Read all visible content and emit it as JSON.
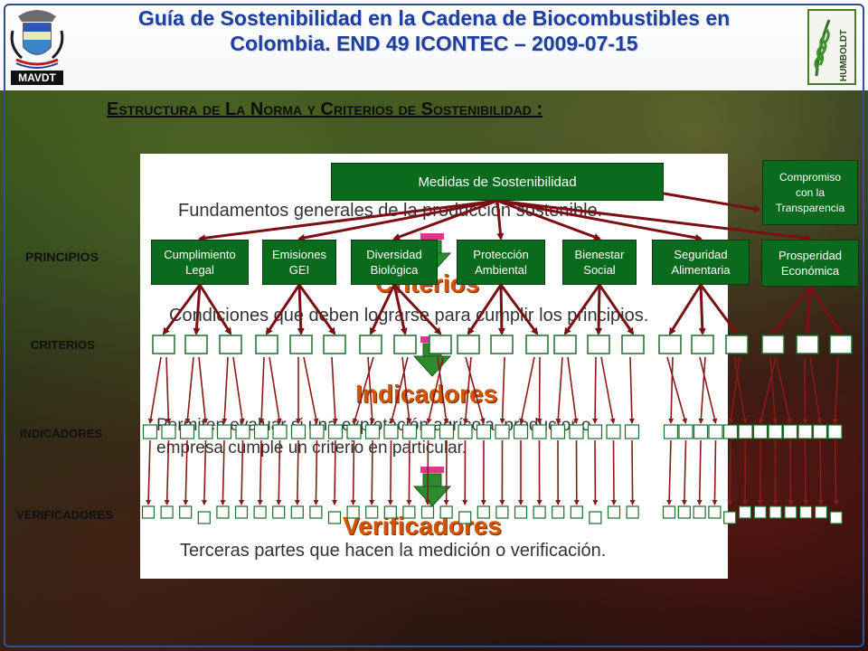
{
  "header": {
    "title_line1": "Guía de Sostenibilidad en la Cadena de Biocombustibles en",
    "title_line2": "Colombia.  END 49 ICONTEC – 2009-07-15",
    "left_logo_label": "MAVDT",
    "right_logo_text": "HUMBOLDT"
  },
  "subtitle": "Estructura de La Norma y Criterios de Sostenibilidad :",
  "top_box": "Medidas de Sostenibilidad",
  "side_box": {
    "line1": "Compromiso",
    "line2": "con la",
    "line3": "Transparencia"
  },
  "levels": {
    "principios": "PRINCIPIOS",
    "criterios": "CRITERIOS",
    "indicadores": "INDICADORES",
    "verificadores": "VERIFICADORES"
  },
  "principles": [
    {
      "line1": "Cumplimiento",
      "line2": "Legal"
    },
    {
      "line1": "Emisiones",
      "line2": "GEI"
    },
    {
      "line1": "Diversidad",
      "line2": "Biológica"
    },
    {
      "line1": "Protección",
      "line2": "Ambiental"
    },
    {
      "line1": "Bienestar",
      "line2": "Social"
    },
    {
      "line1": "Seguridad",
      "line2": "Alimentaria"
    },
    {
      "line1": "Prosperidad",
      "line2": "Económica"
    }
  ],
  "panel": {
    "fundamentos": "Fundamentos generales de la producción sostenible.",
    "criterios_word": "Criterios",
    "criterios_desc": "Condiciones que deben lograrse para cumplir los principios.",
    "indicadores_word": "Indicadores",
    "indicadores_desc1": "Permiten evaluar si una explotación agrícola, productor o",
    "indicadores_desc2": "empresa cumple un criterio en particular.",
    "verificadores_word": "Verificadores",
    "verificadores_desc": "Terceras partes que hacen la medición o verificación."
  },
  "colors": {
    "title": "#1f3f9f",
    "box_green": "#0b6b1d",
    "arrow": "#7a0f14",
    "orange": "#d35400"
  }
}
